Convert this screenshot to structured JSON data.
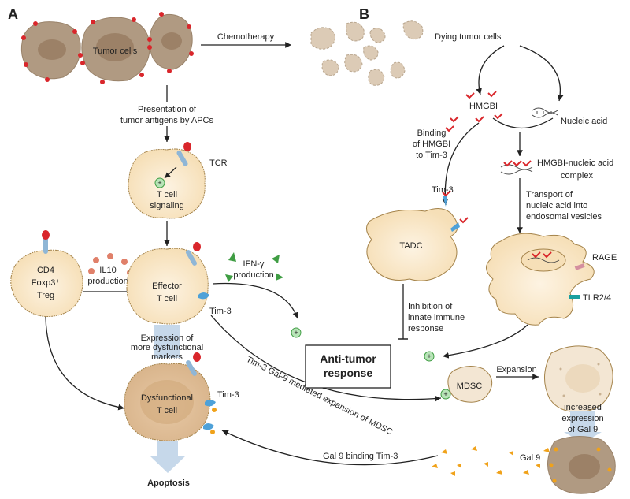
{
  "panels": {
    "a": "A",
    "b": "B"
  },
  "panel_a": {
    "tumor_cells": "Tumor cells",
    "chemotherapy": "Chemotherapy",
    "presentation": [
      "Presentation of",
      "tumor antigens by APCs"
    ],
    "tcr": "TCR",
    "t_cell_signaling": [
      "T cell",
      "signaling"
    ],
    "treg": [
      "CD4",
      "Foxp3⁺",
      "Treg"
    ],
    "il10": [
      "IL10",
      "production"
    ],
    "effector": [
      "Effector",
      "T cell"
    ],
    "tim3_effector": "Tim-3",
    "ifn": [
      "IFN-γ",
      "production"
    ],
    "expression_note": [
      "Expression of",
      "more dysfunctional",
      "markers"
    ],
    "dysfunctional": [
      "Dysfunctional",
      "T cell"
    ],
    "tim3_dysfunctional": "Tim-3",
    "apoptosis": "Apoptosis",
    "tim3_gal9_mdsc": "Tim-3 Gal-9 mediated expansion of MDSC",
    "gal9_binding": "Gal 9 binding Tim-3"
  },
  "panel_b": {
    "dying_cells": "Dying tumor cells",
    "hmgbi": "HMGBI",
    "nucleic_acid": "Nucleic acid",
    "binding": [
      "Binding",
      "of HMGBI",
      "to Tim-3"
    ],
    "complex": [
      "HMGBI-nucleic acid",
      "complex"
    ],
    "tim3_tadc": "Tim-3",
    "tadc": "TADC",
    "transport": [
      "Transport of",
      "nucleic acid into",
      "endosomal vesicles"
    ],
    "rage": "RAGE",
    "tlr": "TLR2/4",
    "inhibition": [
      "Inhibition of",
      "innate immune",
      "response"
    ],
    "mdsc": "MDSC",
    "expansion": "Expansion",
    "increased_gal9": [
      "increased",
      "expression",
      "of Gal 9"
    ],
    "gal9": "Gal 9"
  },
  "anti_tumor": [
    "Anti-tumor",
    "response"
  ],
  "colors": {
    "tumor": "#b09a82",
    "tumor_spikes": "#d9262b",
    "tcell": "#f9e7c9",
    "tcell_border": "#a4834a",
    "receptor": "#8fb6d6",
    "tim3": "#4ea1d8",
    "green_plus": "#b8e4b8",
    "ifn": "#3f9d43",
    "il10": "#e0806a",
    "gal9": "#f0a21a",
    "arrow_light": "#c6d8ea"
  }
}
